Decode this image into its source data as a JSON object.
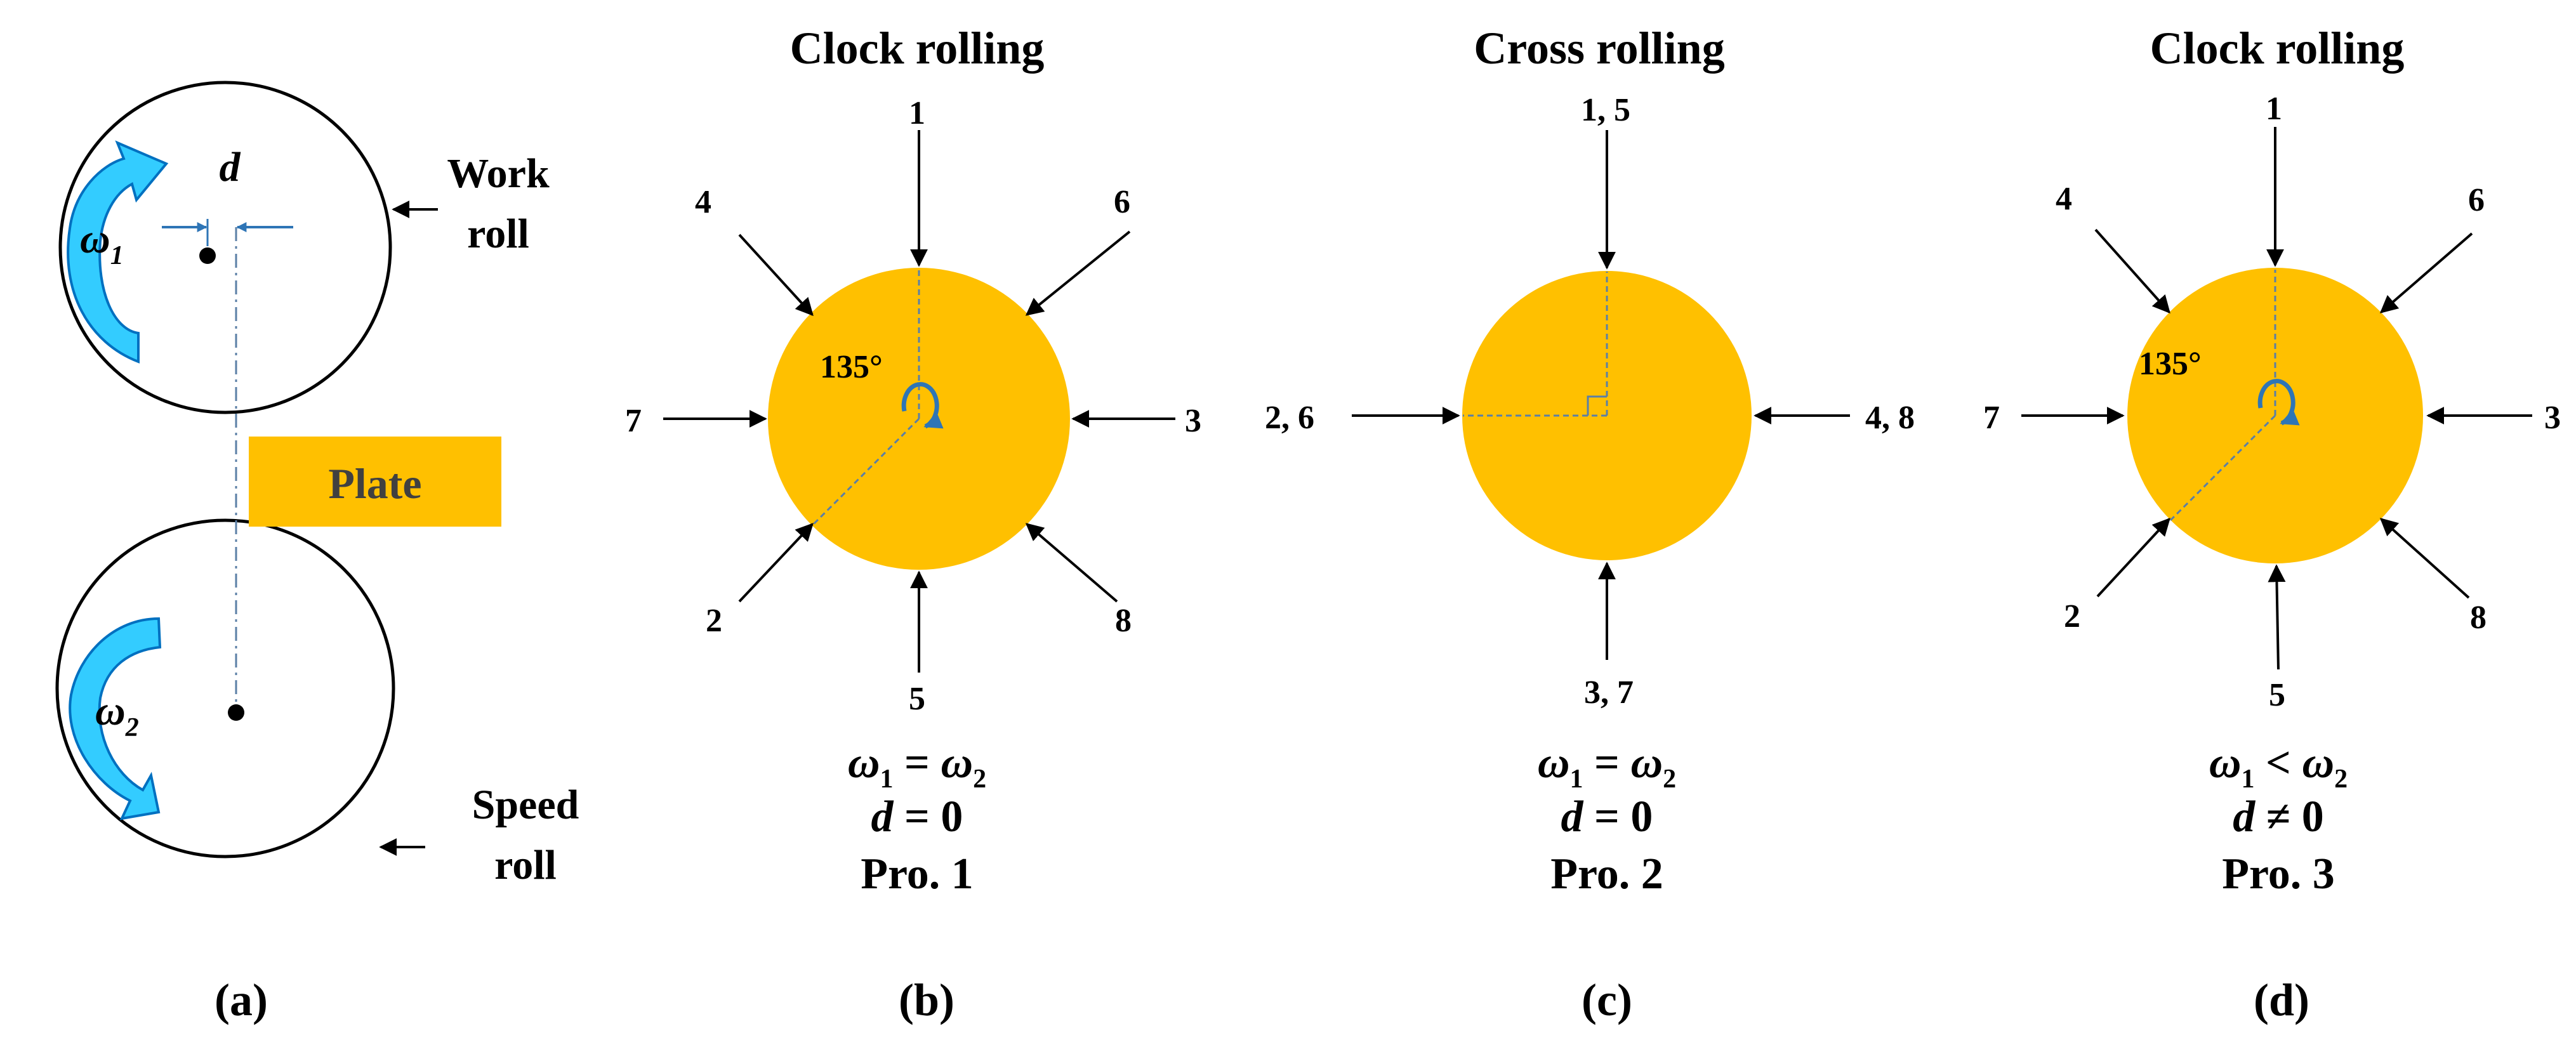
{
  "panel_a": {
    "work_roll_label_1": "Work",
    "work_roll_label_2": "roll",
    "speed_roll_label_1": "Speed",
    "speed_roll_label_2": "roll",
    "plate_label": "Plate",
    "offset_symbol": "d",
    "omega_symbol": "ω",
    "omega1_sub": "1",
    "omega2_sub": "2",
    "caption": "(a)"
  },
  "panel_b": {
    "title": "Clock rolling",
    "angle": "135°",
    "directions": {
      "top": "1",
      "upper_left": "4",
      "upper_right": "6",
      "left": "7",
      "right": "3",
      "lower_left": "2",
      "bottom": "5",
      "lower_right": "8"
    },
    "eq_line1": {
      "lhs": "ω",
      "lhs_sub": "1",
      "op": " = ",
      "rhs": "ω",
      "rhs_sub": "2"
    },
    "eq_line2": {
      "var": "d",
      "rel": " = 0"
    },
    "process": "Pro. 1",
    "caption": "(b)"
  },
  "panel_c": {
    "title": "Cross rolling",
    "directions": {
      "top": "1, 5",
      "left": "2, 6",
      "right": "4, 8",
      "bottom": "3, 7"
    },
    "eq_line1": {
      "lhs": "ω",
      "lhs_sub": "1",
      "op": " = ",
      "rhs": "ω",
      "rhs_sub": "2"
    },
    "eq_line2": {
      "var": "d",
      "rel": " = 0"
    },
    "process": "Pro. 2",
    "caption": "(c)"
  },
  "panel_d": {
    "title": "Clock rolling",
    "angle": "135°",
    "directions": {
      "top": "1",
      "upper_left": "4",
      "upper_right": "6",
      "left": "7",
      "right": "3",
      "lower_left": "2",
      "bottom": "5",
      "lower_right": "8"
    },
    "eq_line1": {
      "lhs": "ω",
      "lhs_sub": "1",
      "op": " < ",
      "rhs": "ω",
      "rhs_sub": "2"
    },
    "eq_line2": {
      "var": "d",
      "rel": " ≠ 0"
    },
    "process": "Pro. 3",
    "caption": "(d)"
  },
  "colors": {
    "disk": "#FFC000",
    "plate": "#FFC000",
    "arrow_light": "#33CCFF",
    "arrow_dark": "#0070C0",
    "dim_line": "#2E75B6",
    "guide": "#5B7FA6"
  }
}
